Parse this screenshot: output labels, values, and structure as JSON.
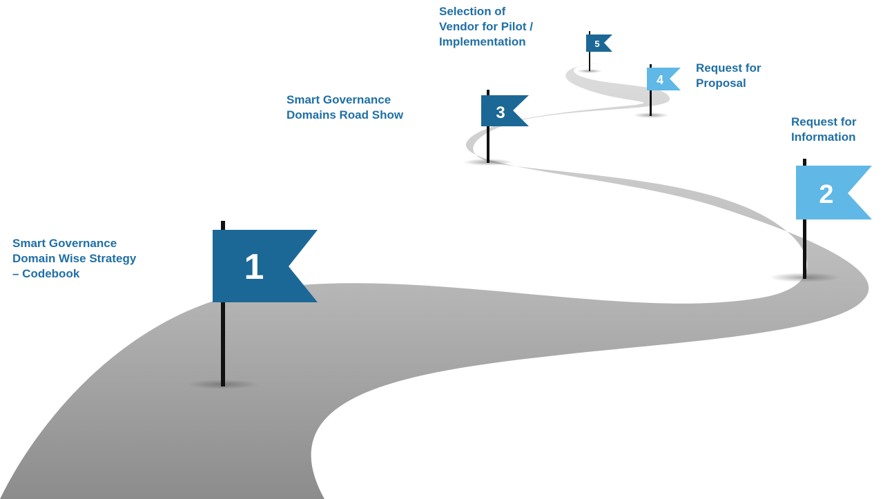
{
  "colors": {
    "label_text": "#1f6fa5",
    "flag_dark": "#1b6896",
    "flag_light": "#5fb8e6",
    "road": "#b5b5b5",
    "pole": "#111111"
  },
  "milestones": [
    {
      "number": "1",
      "label": "Smart Governance\nDomain Wise Strategy\n– Codebook",
      "tone": "dark"
    },
    {
      "number": "2",
      "label": "Request for\nInformation",
      "tone": "light"
    },
    {
      "number": "3",
      "label": "Smart Governance\nDomains Road Show",
      "tone": "dark"
    },
    {
      "number": "4",
      "label": "Request for\nProposal",
      "tone": "light"
    },
    {
      "number": "5",
      "label": "Selection of\nVendor for Pilot /\nImplementation",
      "tone": "dark"
    }
  ]
}
